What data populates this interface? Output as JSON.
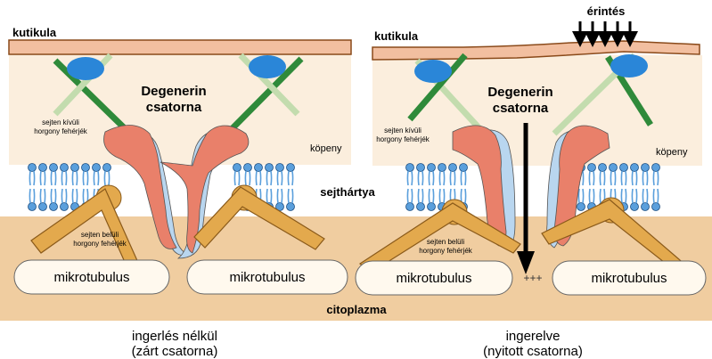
{
  "colors": {
    "cuticle": "#f2bfa0",
    "cuticle_stroke": "#8a4a1a",
    "sheath": "#fbeedd",
    "cytoplasm": "#f0cda0",
    "lipid_head": "#5a9fdc",
    "channel_red": "#e9806a",
    "channel_blue": "#b9d6ef",
    "anchor_blue": "#2a86d8",
    "strut_dark": "#2f8a3a",
    "strut_light": "#c3dcae",
    "mt_boomerang": "#e3a94d",
    "microtubule_fill": "#fff9ee"
  },
  "icons": {
    "touch_arrows": "down-arrow-icon",
    "ion_flow": "down-arrow-icon"
  },
  "left_panel": {
    "cuticle_label": "kutikula",
    "channel_label_1": "Degenerin",
    "channel_label_2": "csatorna",
    "extracellular_anchor_1": "sejten kívüli",
    "extracellular_anchor_2": "horgony fehérjék",
    "sheath_label": "köpeny",
    "intracellular_anchor_1": "sejten belüli",
    "intracellular_anchor_2": "horgony fehérjék",
    "microtubule_left": "mikrotubulus",
    "microtubule_right": "mikrotubulus",
    "caption_line1": "ingerlés nélkül",
    "caption_line2": "(zárt csatorna)"
  },
  "right_panel": {
    "touch_label": "érintés",
    "cuticle_label": "kutikula",
    "channel_label_1": "Degenerin",
    "channel_label_2": "csatorna",
    "extracellular_anchor_1": "sejten kívüli",
    "extracellular_anchor_2": "horgony fehérjék",
    "sheath_label": "köpeny",
    "intracellular_anchor_1": "sejten belüli",
    "intracellular_anchor_2": "horgony fehérjék",
    "microtubule_left": "mikrotubulus",
    "microtubule_right": "mikrotubulus",
    "ion_label": "+++",
    "caption_line1": "ingerelve",
    "caption_line2": "(nyitott csatorna)"
  },
  "shared": {
    "membrane_label": "sejthártya",
    "cytoplasm_label": "citoplazma"
  }
}
